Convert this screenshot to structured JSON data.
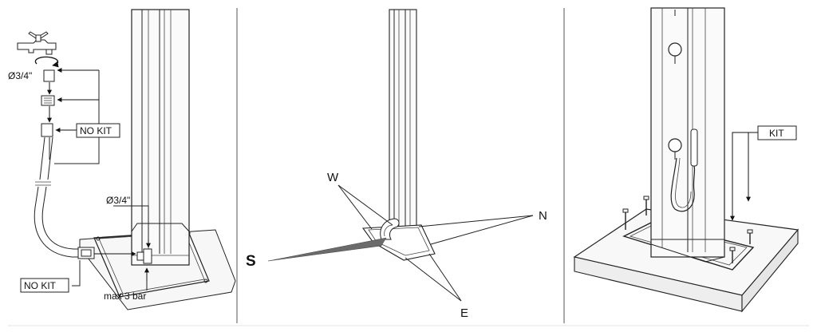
{
  "panels": {
    "left": {
      "label_diameter_top": "Ø3/4\"",
      "label_no_kit_top": "NO KIT",
      "label_diameter_mid": "Ø3/4\"",
      "label_no_kit_bottom": "NO KIT",
      "label_pressure": "max 3 bar"
    },
    "center": {
      "label_w": "W",
      "label_n": "N",
      "label_s": "S",
      "label_e": "E"
    },
    "right": {
      "label_kit": "KIT"
    }
  }
}
